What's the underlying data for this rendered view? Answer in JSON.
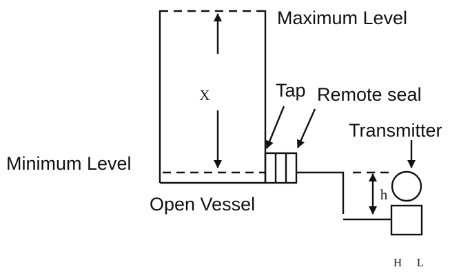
{
  "diagram": {
    "title": "Remote seal level measurement on open vessel",
    "labels": {
      "maximum_level": "Maximum Level",
      "minimum_level": "Minimum Level",
      "open_vessel": "Open Vessel",
      "tap": "Tap",
      "remote_seal": "Remote seal",
      "transmitter": "Transmitter",
      "x_span": "X",
      "h_height": "h",
      "high_side": "H",
      "low_side": "L"
    },
    "colors": {
      "line": "#111111",
      "background": "#ffffff"
    }
  }
}
